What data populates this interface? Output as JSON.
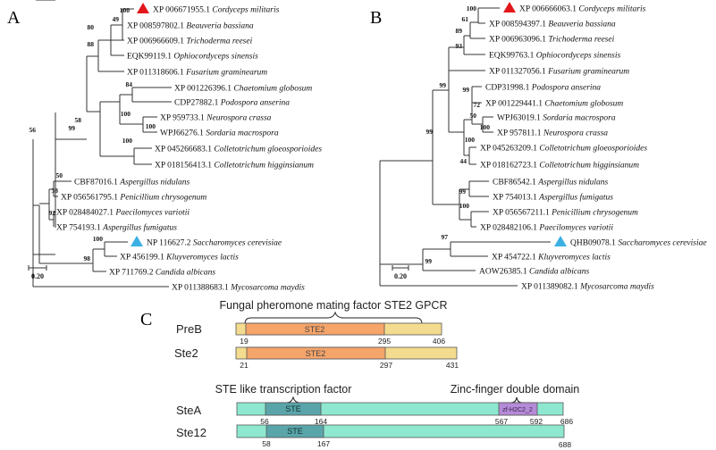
{
  "panels": {
    "a": {
      "label": "A",
      "taxa": [
        {
          "acc": "XP 006671955.1",
          "sp": "Cordyceps militaris",
          "marker": "red-triangle"
        },
        {
          "acc": "XP 008597802.1",
          "sp": "Beauveria bassiana"
        },
        {
          "acc": "XP 006966609.1",
          "sp": "Trichoderma reesei"
        },
        {
          "acc": "EQK99119.1",
          "sp": "Ophiocordyceps sinensis"
        },
        {
          "acc": "XP 011318606.1",
          "sp": "Fusarium graminearum"
        },
        {
          "acc": "XP 001226396.1",
          "sp": "Chaetomium globosum"
        },
        {
          "acc": "CDP27882.1",
          "sp": "Podospora anserina"
        },
        {
          "acc": "XP 959733.1",
          "sp": "Neurospora crassa"
        },
        {
          "acc": "WPJ66276.1",
          "sp": "Sordaria macrospora"
        },
        {
          "acc": "XP 045266683.1",
          "sp": "Colletotrichum gloeosporioides"
        },
        {
          "acc": "XP 018156413.1",
          "sp": "Colletotrichum higginsianum"
        },
        {
          "acc": "CBF87016.1",
          "sp": "Aspergillus nidulans"
        },
        {
          "acc": "XP 056561795.1",
          "sp": "Penicillium chrysogenum"
        },
        {
          "acc": "XP 028484027.1",
          "sp": "Paecilomyces variotii"
        },
        {
          "acc": "XP 754193.1",
          "sp": "Aspergillus fumigatus"
        },
        {
          "acc": "NP 116627.2",
          "sp": "Saccharomyces cerevisiae",
          "marker": "blue-triangle"
        },
        {
          "acc": "XP 456199.1",
          "sp": "Kluyveromyces lactis"
        },
        {
          "acc": "XP 711769.2",
          "sp": "Candida albicans"
        },
        {
          "acc": "XP 011388683.1",
          "sp": "Mycosarcoma maydis"
        }
      ],
      "bootstrap": [
        "100",
        "49",
        "80",
        "88",
        "99",
        "84",
        "100",
        "100",
        "58",
        "100",
        "56",
        "50",
        "38",
        "92",
        "100",
        "98"
      ],
      "scale_label": "0.20"
    },
    "b": {
      "label": "B",
      "taxa": [
        {
          "acc": "XP 006666063.1",
          "sp": "Cordyceps militaris",
          "marker": "red-triangle"
        },
        {
          "acc": "XP 008594397.1",
          "sp": "Beauveria bassiana"
        },
        {
          "acc": "XP 006963096.1",
          "sp": "Trichoderma reesei"
        },
        {
          "acc": "EQK99763.1",
          "sp": "Ophiocordyceps sinensis"
        },
        {
          "acc": "XP 011327056.1",
          "sp": "Fusarium graminearum"
        },
        {
          "acc": "CDP31998.1",
          "sp": "Podospora anserina"
        },
        {
          "acc": "XP 001229441.1",
          "sp": "Chaetomium globosum"
        },
        {
          "acc": "WPJ63019.1",
          "sp": "Sordaria macrospora"
        },
        {
          "acc": "XP 957811.1",
          "sp": "Neurospora crassa"
        },
        {
          "acc": "XP 045263209.1",
          "sp": "Colletotrichum gloeosporioides"
        },
        {
          "acc": "XP 018162723.1",
          "sp": "Colletotrichum higginsianum"
        },
        {
          "acc": "CBF86542.1",
          "sp": "Aspergillus nidulans"
        },
        {
          "acc": "XP 754013.1",
          "sp": "Aspergillus fumigatus"
        },
        {
          "acc": "XP 056567211.1",
          "sp": "Penicillium chrysogenum"
        },
        {
          "acc": "XP 028482106.1",
          "sp": "Paecilomyces variotii"
        },
        {
          "acc": "QHB09078.1",
          "sp": "Saccharomyces cerevisiae",
          "marker": "blue-triangle"
        },
        {
          "acc": "XP 454722.1",
          "sp": "Kluyveromyces lactis"
        },
        {
          "acc": "AOW26385.1",
          "sp": "Candida albicans"
        },
        {
          "acc": "XP 011389082.1",
          "sp": "Mycosarcoma maydis"
        }
      ],
      "bootstrap": [
        "100",
        "61",
        "89",
        "93",
        "99",
        "99",
        "72",
        "100",
        "50",
        "100",
        "99",
        "44",
        "99",
        "100",
        "97",
        "99"
      ],
      "scale_label": "0.20"
    },
    "c": {
      "label": "C",
      "group1_title": "Fungal pheromone mating factor STE2 GPCR",
      "group2_title_a": "STE like transcription factor",
      "group2_title_b": "Zinc-finger double domain",
      "proteins": [
        {
          "name": "PreB",
          "domain": "STE2",
          "start": "19",
          "end": "295",
          "length": "406"
        },
        {
          "name": "Ste2",
          "domain": "STE2",
          "start": "21",
          "end": "297",
          "length": "431"
        },
        {
          "name": "SteA",
          "domain": "STE",
          "start": "56",
          "end": "164",
          "domain2": "zf-H2C2_2",
          "start2": "567",
          "end2": "592",
          "length": "686"
        },
        {
          "name": "Ste12",
          "domain": "STE",
          "start": "58",
          "end": "167",
          "length": "688"
        }
      ],
      "colors": {
        "ste2_bar": "#f3dc8f",
        "ste2_domain": "#f5a46a",
        "ste_bar": "#8de8cf",
        "ste_domain": "#5aa5a9",
        "zf_domain": "#b58ad6"
      }
    }
  },
  "colors": {
    "red_marker": "#e3161b",
    "blue_marker": "#3ab0e3"
  }
}
